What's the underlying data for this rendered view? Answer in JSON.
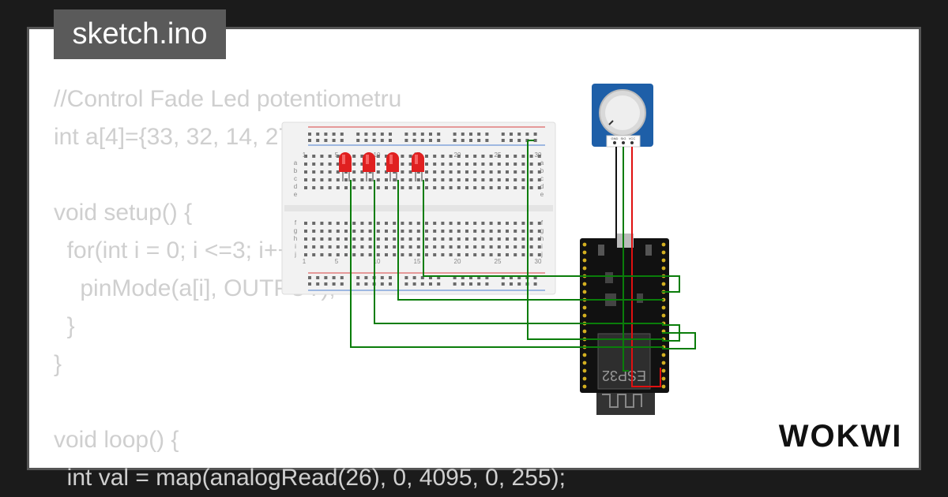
{
  "file_tab": {
    "label": "sketch.ino"
  },
  "code_lines": [
    "//Control Fade Led potentiometru",
    "int a[4]={33, 32, 14, 27};",
    "",
    "void setup() {",
    "  for(int i = 0; i <=3; i++)",
    "    pinMode(a[i], OUTPUT);",
    "  }",
    "}",
    "",
    "void loop() {",
    "  int val = map(analogRead(26), 0, 4095, 0, 255);"
  ],
  "breadcrumb": {
    "numbers": [
      "1",
      "5",
      "10",
      "15",
      "20",
      "25",
      "30"
    ],
    "rows_top": [
      "a",
      "b",
      "c",
      "d",
      "e"
    ],
    "rows_bottom": [
      "f",
      "g",
      "h",
      "i",
      "j"
    ]
  },
  "potentiometer": {
    "pins": [
      "GND",
      "SIG",
      "VCC"
    ]
  },
  "esp32": {
    "label": "ESP32"
  },
  "brand": {
    "name": "WOKWI"
  },
  "colors": {
    "wire_green": "#0a7d0a",
    "wire_red": "#e01010",
    "wire_black": "#111111",
    "led": "#e02020",
    "pot": "#1e5fa8"
  }
}
